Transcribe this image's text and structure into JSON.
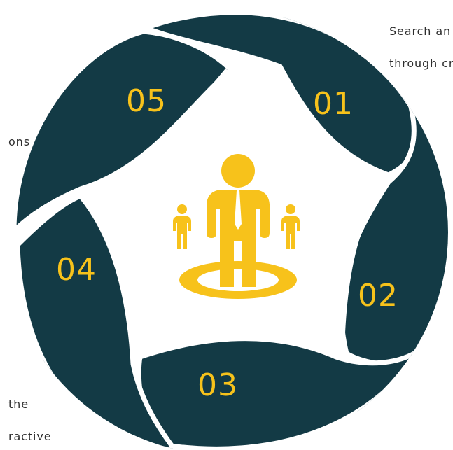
{
  "colors": {
    "segment": "#133a45",
    "accent": "#f7c21b",
    "background": "#ffffff",
    "text": "#2d2d2d"
  },
  "segments": [
    {
      "number": "01"
    },
    {
      "number": "02"
    },
    {
      "number": "03"
    },
    {
      "number": "04"
    },
    {
      "number": "05"
    }
  ],
  "captions": {
    "top_right": [
      "Search an",
      "through cr"
    ],
    "left": [
      "ons"
    ],
    "bottom_left": [
      "the",
      "ractive"
    ]
  },
  "center_icon": "person-leader-icon"
}
